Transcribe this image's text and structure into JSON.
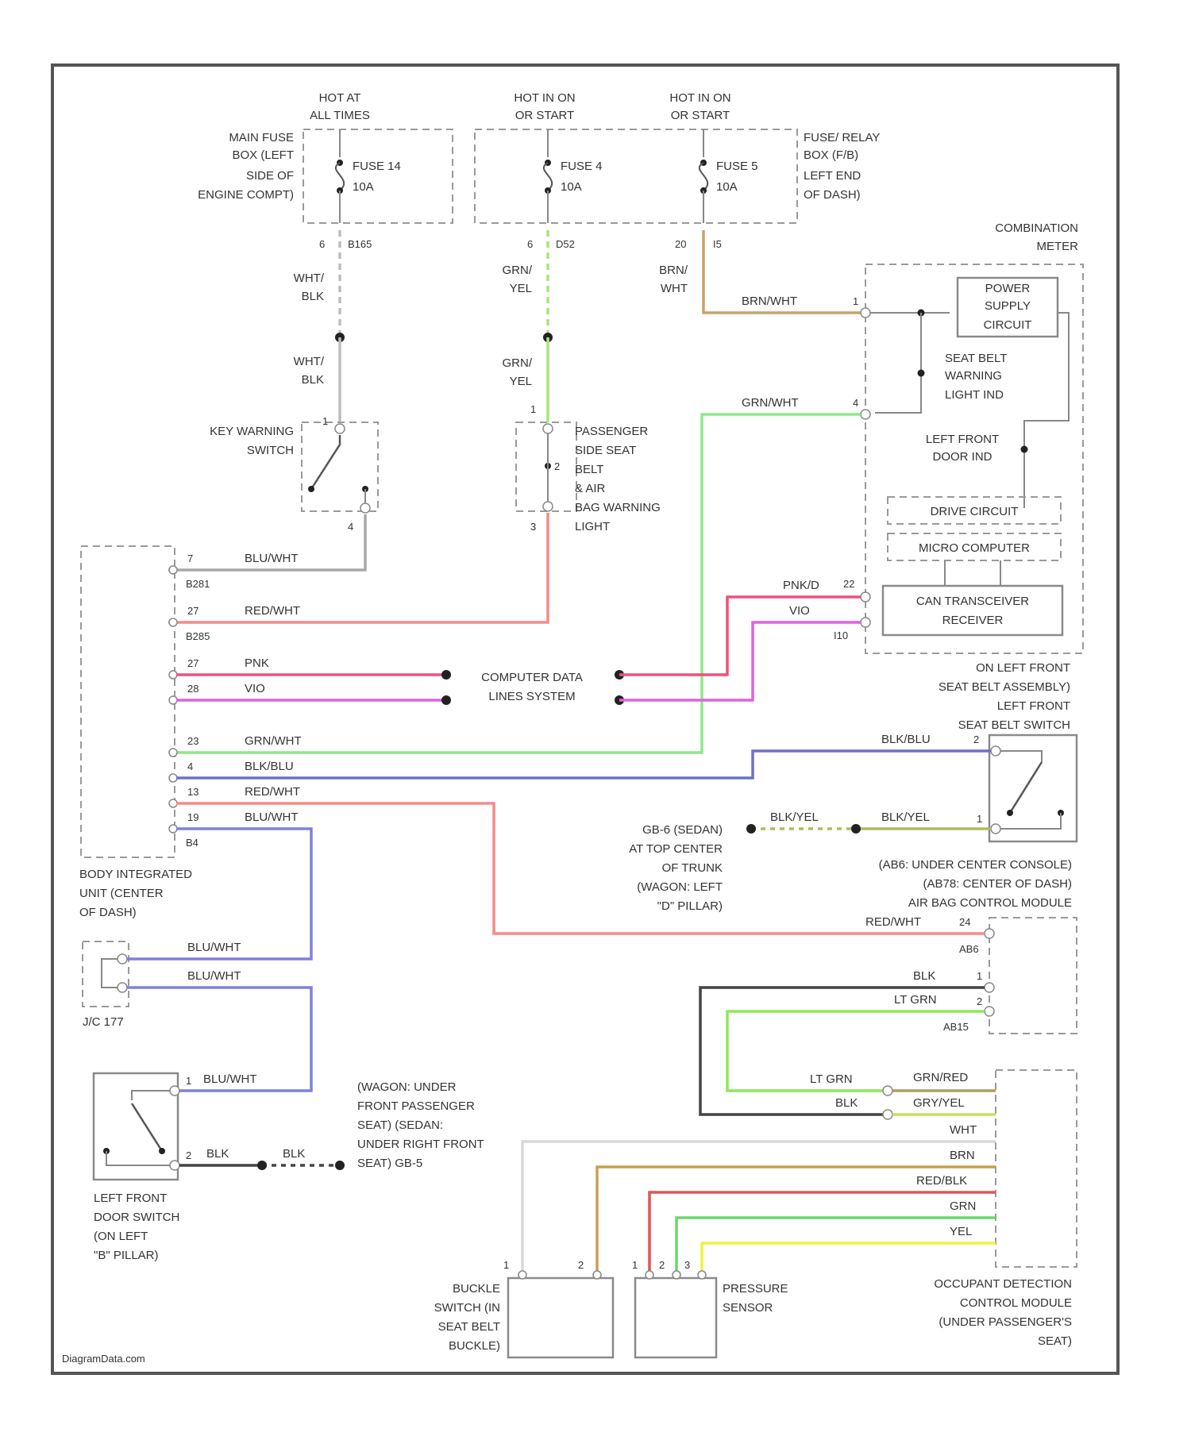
{
  "colors": {
    "wht_blk": "#bdbdbd",
    "grn_yel": "#a6e67a",
    "brn_wht": "#c9a36c",
    "grn_wht": "#8ee88a",
    "red_wht": "#f58a8a",
    "blu_wht": "#7f80dd",
    "pnk": "#f0507a",
    "vio": "#e060e0",
    "blk_blu": "#6f70c4",
    "blk_yel": "#b4b860",
    "blk": "#444444",
    "lt_grn": "#8ee85a",
    "grn_red": "#b09c60",
    "gry_yel": "#c8e060",
    "wht": "#d8d8d8",
    "brn": "#caa050",
    "red_blk": "#e05555",
    "grn": "#6ad86a",
    "yel": "#f0f040",
    "frame": "#555555"
  },
  "top": {
    "hot_all_l1": "HOT AT",
    "hot_all_l2": "ALL TIMES",
    "hot_on1_l1": "HOT IN ON",
    "hot_on1_l2": "OR START",
    "hot_on2_l1": "HOT IN ON",
    "hot_on2_l2": "OR START"
  },
  "main_fuse_box": [
    "MAIN FUSE",
    "BOX (LEFT",
    "SIDE OF",
    "ENGINE COMPT)"
  ],
  "fuse_relay_box": [
    "FUSE/ RELAY",
    "BOX (F/B)",
    "LEFT END",
    "OF DASH)"
  ],
  "fuses": [
    {
      "name": "FUSE 14",
      "amps": "10A"
    },
    {
      "name": "FUSE 4",
      "amps": "10A"
    },
    {
      "name": "FUSE 5",
      "amps": "10A"
    }
  ],
  "fuse_pins": [
    {
      "pin": "6",
      "conn": "B165"
    },
    {
      "pin": "6",
      "conn": "D52"
    },
    {
      "pin": "20",
      "conn": "I5"
    }
  ],
  "combination_meter": {
    "title_l1": "COMBINATION",
    "title_l2": "METER",
    "power_supply": [
      "POWER",
      "SUPPLY",
      "CIRCUIT"
    ],
    "seat_belt_warning": [
      "SEAT BELT",
      "WARNING",
      "LIGHT IND"
    ],
    "left_front_door": [
      "LEFT FRONT",
      "DOOR IND"
    ],
    "drive_circuit": "DRIVE CIRCUIT",
    "micro_computer": "MICRO COMPUTER",
    "can_transceiver": [
      "CAN TRANSCEIVER",
      "RECEIVER"
    ],
    "pin_1": "1",
    "pin_4": "4",
    "pin_22": "22",
    "conn_i10": "I10"
  },
  "key_warning_switch": [
    "KEY WARNING",
    "SWITCH"
  ],
  "passenger_indicator": [
    "PASSENGER",
    "SIDE SEAT",
    "BELT",
    "& AIR",
    "BAG WARNING",
    "LIGHT"
  ],
  "computer_data": [
    "COMPUTER DATA",
    "LINES SYSTEM"
  ],
  "body_unit": {
    "label": [
      "BODY INTEGRATED",
      "UNIT (CENTER",
      "OF DASH)"
    ],
    "conn_b281": "B281",
    "conn_b285": "B285",
    "conn_b4": "B4"
  },
  "wires": {
    "wht_blk": "WHT/ BLK",
    "grn_yel": "GRN/ YEL",
    "brn_wht": "BRN/ WHT",
    "brn_wht_full": "BRN/WHT",
    "grn_wht": "GRN/WHT",
    "blu_wht": "BLU/WHT",
    "red_wht": "RED/WHT",
    "pnk": "PNK",
    "vio": "VIO",
    "blk_blu": "BLK/BLU",
    "blk_yel": "BLK/YEL",
    "blk": "BLK",
    "lt_grn": "LT GRN",
    "grn_red": "GRN/RED",
    "gry_yel": "GRY/YEL",
    "wht": "WHT",
    "brn": "BRN",
    "red_blk": "RED/BLK",
    "grn": "GRN",
    "yel": "YEL",
    "pnk_d": "PNK/D",
    "vio_d": "VIO"
  },
  "body_pins": [
    "7",
    "27",
    "27",
    "28",
    "23",
    "4",
    "13",
    "19"
  ],
  "seat_belt_switch": [
    "ON LEFT FRONT",
    "SEAT BELT ASSEMBLY)",
    "LEFT FRONT",
    "SEAT BELT SWITCH"
  ],
  "ground_trunk": [
    "GB-6 (SEDAN)",
    "AT TOP CENTER",
    "OF TRUNK",
    "(WAGON: LEFT",
    "\"D\" PILLAR)"
  ],
  "airbag_module": {
    "label": [
      "(AB6: UNDER CENTER CONSOLE)",
      "(AB78: CENTER OF DASH)",
      "AIR BAG CONTROL MODULE"
    ],
    "conn_ab6": "AB6",
    "conn_ab15": "AB15",
    "pin_24": "24",
    "pin_1": "1",
    "pin_2": "2"
  },
  "jc": "J/C 177",
  "door_switch": [
    "LEFT FRONT",
    "DOOR SWITCH",
    "(ON LEFT",
    "\"B\" PILLAR)"
  ],
  "ground_seat": [
    "(WAGON: UNDER",
    "FRONT PASSENGER",
    "SEAT) (SEDAN:",
    "UNDER RIGHT FRONT",
    "SEAT) GB-5"
  ],
  "buckle_switch": [
    "BUCKLE",
    "SWITCH (IN",
    "SEAT BELT",
    "BUCKLE)"
  ],
  "pressure_sensor": [
    "PRESSURE",
    "SENSOR"
  ],
  "occupant_module": [
    "OCCUPANT DETECTION",
    "CONTROL MODULE",
    "(UNDER PASSENGER'S",
    "SEAT)"
  ],
  "watermark": "DiagramData.com"
}
